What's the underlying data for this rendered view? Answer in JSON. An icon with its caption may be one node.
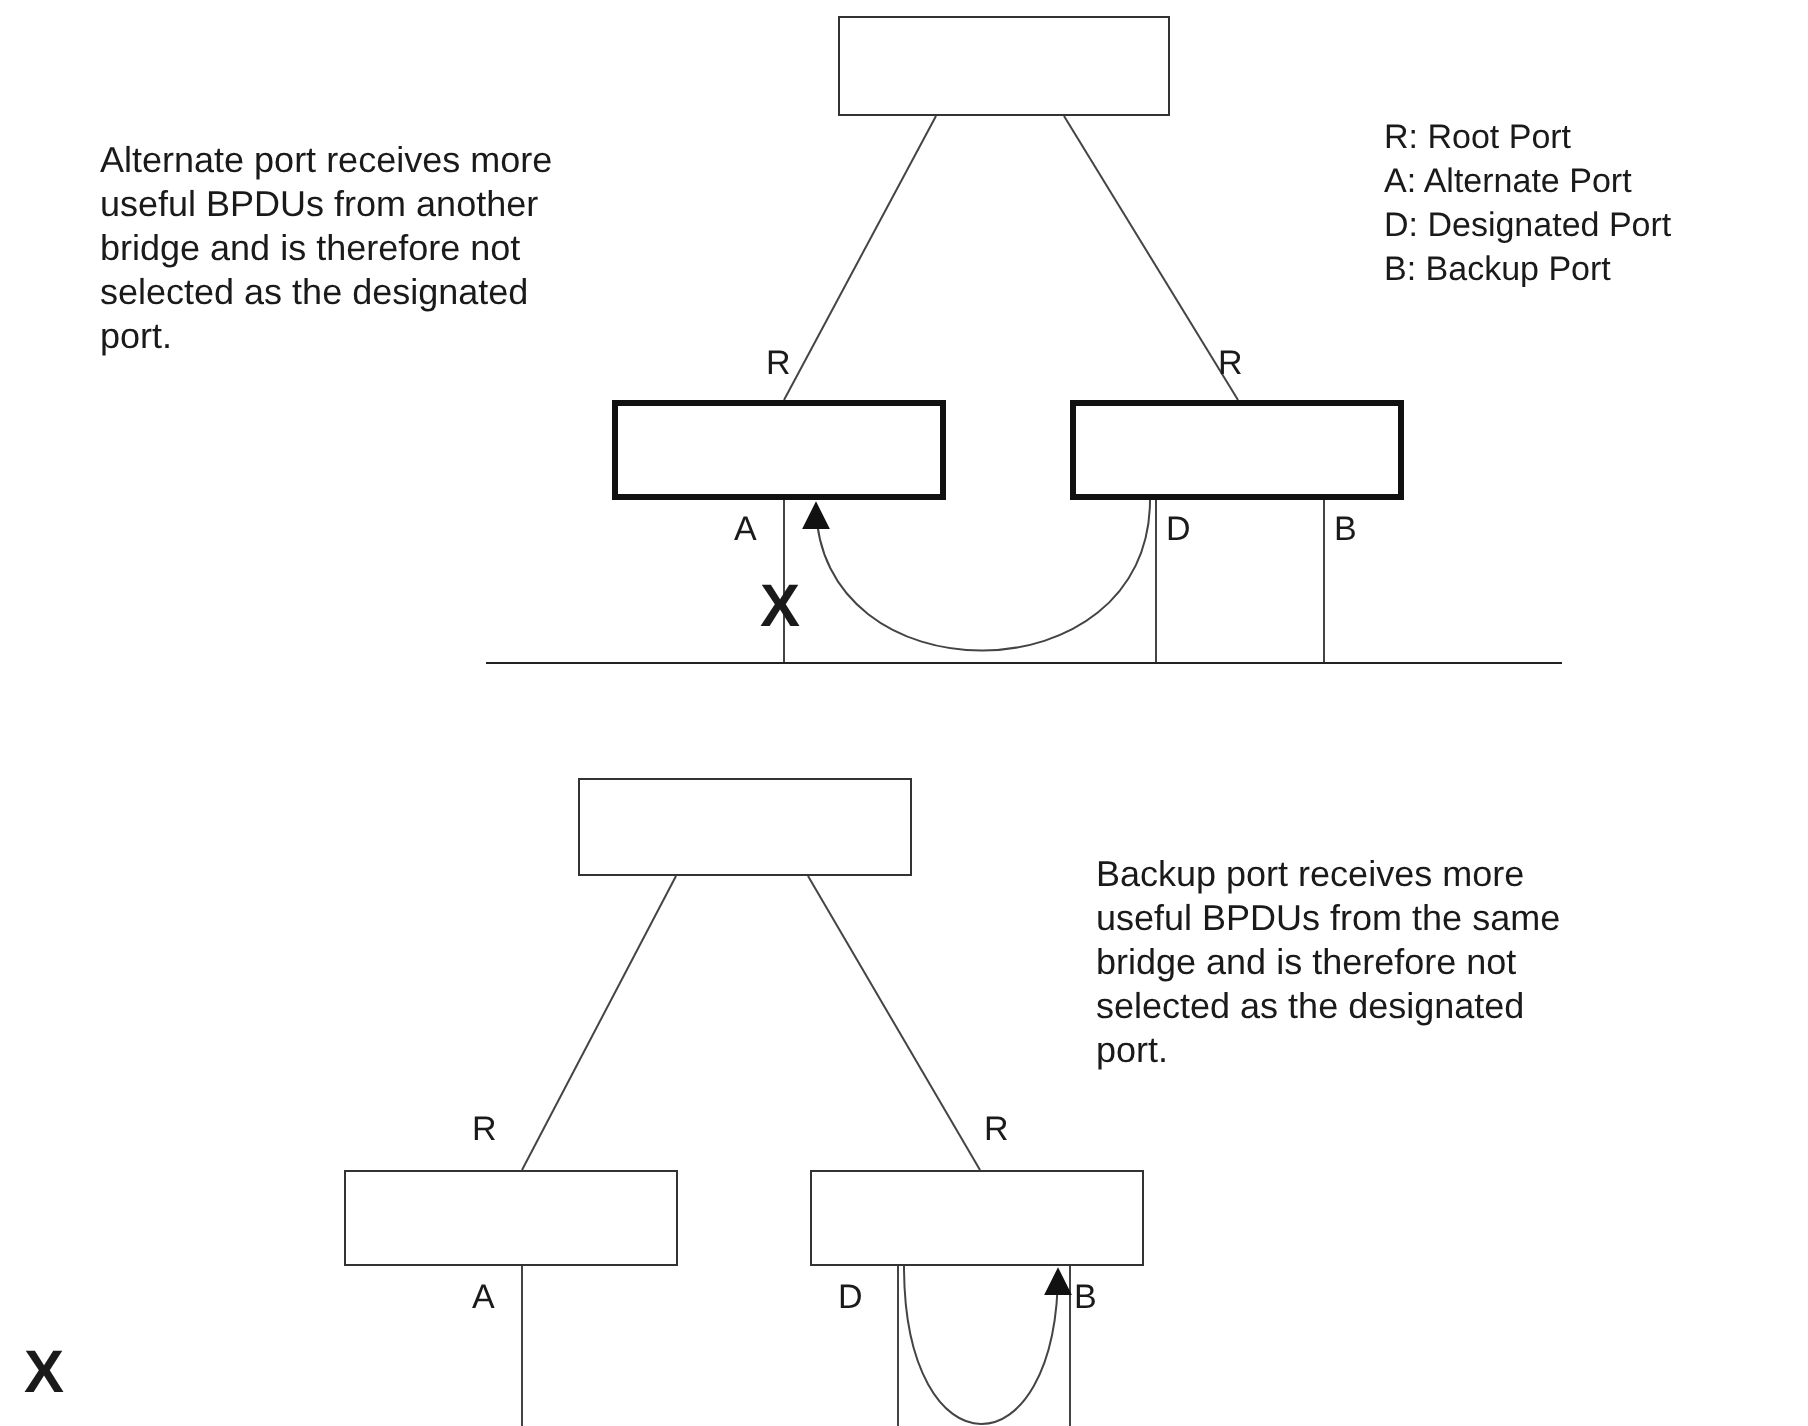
{
  "diagram": {
    "nodes": [
      {
        "text": [],
        "shape": "box"
      },
      {
        "text": [],
        "shape": "box"
      },
      {
        "text": [],
        "shape": "box"
      },
      {
        "text": [],
        "shape": "bar"
      },
      {
        "text": [],
        "shape": "box"
      },
      {
        "text": [],
        "shape": "box"
      },
      {
        "text": [],
        "shape": "box"
      }
    ],
    "edges": [
      {
        "from": 0,
        "to": 1,
        "arrow": "none"
      },
      {
        "from": 0,
        "to": 2,
        "arrow": "none"
      },
      {
        "from": 1,
        "to": 3,
        "arrow": "none"
      },
      {
        "from": 2,
        "to": 3,
        "arrow": "none"
      },
      {
        "from": 2,
        "to": 3,
        "arrow": "none"
      },
      {
        "from": 2,
        "to": 1,
        "arrow": "to"
      },
      {
        "from": 4,
        "to": 5,
        "arrow": "none"
      },
      {
        "from": 4,
        "to": 6,
        "arrow": "none"
      },
      {
        "from": 5,
        "to": null,
        "arrow": "none"
      },
      {
        "from": 6,
        "to": null,
        "arrow": "none"
      },
      {
        "from": 6,
        "to": null,
        "arrow": "none"
      },
      {
        "from": 6,
        "to": 6,
        "arrow": "to"
      }
    ],
    "labels": [
      "Alternate port receives more useful BPDUs from another bridge and is therefore not selected as the designated port.",
      "R: Root Port",
      "A: Alternate Port",
      "D: Designated Port",
      "B: Backup Port",
      "R",
      "R",
      "A",
      "D",
      "B",
      "X",
      "Backup port receives more useful BPDUs from the same bridge and is therefore not selected as the designated port.",
      "R",
      "R",
      "A",
      "D",
      "B",
      "X"
    ]
  }
}
